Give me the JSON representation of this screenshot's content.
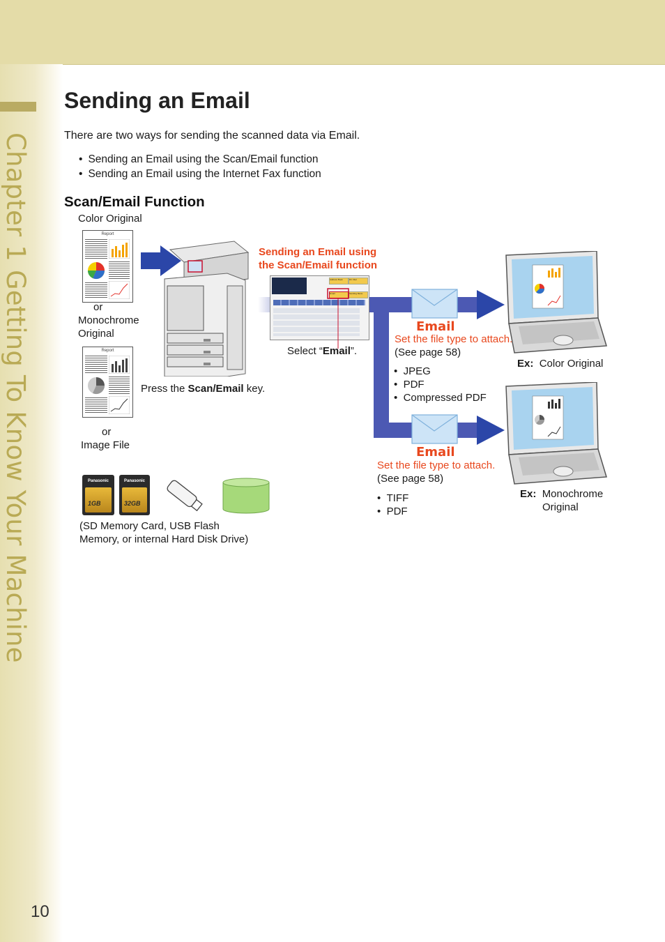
{
  "chapter": "Chapter 1   Getting To Know Your Machine",
  "page_number": "10",
  "title": "Sending an Email",
  "intro": "There are two ways for sending the scanned data via Email.",
  "bullets": [
    "Sending an Email using the Scan/Email function",
    "Sending an Email using the Internet Fax function"
  ],
  "section": "Scan/Email Function",
  "diagram": {
    "color_original": "Color Original",
    "or1": "or",
    "mono1": "Monochrome",
    "mono2": "Original",
    "or2": "or",
    "image_file": "Image File",
    "report": "Report",
    "press_prefix": "Press the ",
    "press_key": "Scan/Email",
    "press_suffix": " key.",
    "callout1": "Sending an Email using",
    "callout2": "the Scan/Email function",
    "select_prefix": "Select “",
    "select_key": "Email",
    "select_suffix": "”.",
    "email_label": "Email",
    "set_type": "Set the file type to attach.",
    "see_page": "(See page 58)",
    "types_color": [
      "JPEG",
      "PDF",
      "Compressed PDF"
    ],
    "types_mono": [
      "TIFF",
      "PDF"
    ],
    "ex": "Ex:",
    "ex_color": "Color Original",
    "ex_mono1": "Monochrome",
    "ex_mono2": "Original",
    "media1": "(SD Memory Card, USB Flash",
    "media2": "Memory, or internal Hard Disk Drive)",
    "sd_brand": "Panasonic",
    "sd1_cap": "1GB",
    "sd2_cap": "32GB",
    "screen_buttons": [
      "Address Book",
      "Dir. Dial",
      "Email",
      "Sending Menu"
    ]
  },
  "colors": {
    "band": "#e4dca8",
    "accent": "#e8481e",
    "flow": "#4c59b3",
    "chapter": "#b9aa55"
  }
}
